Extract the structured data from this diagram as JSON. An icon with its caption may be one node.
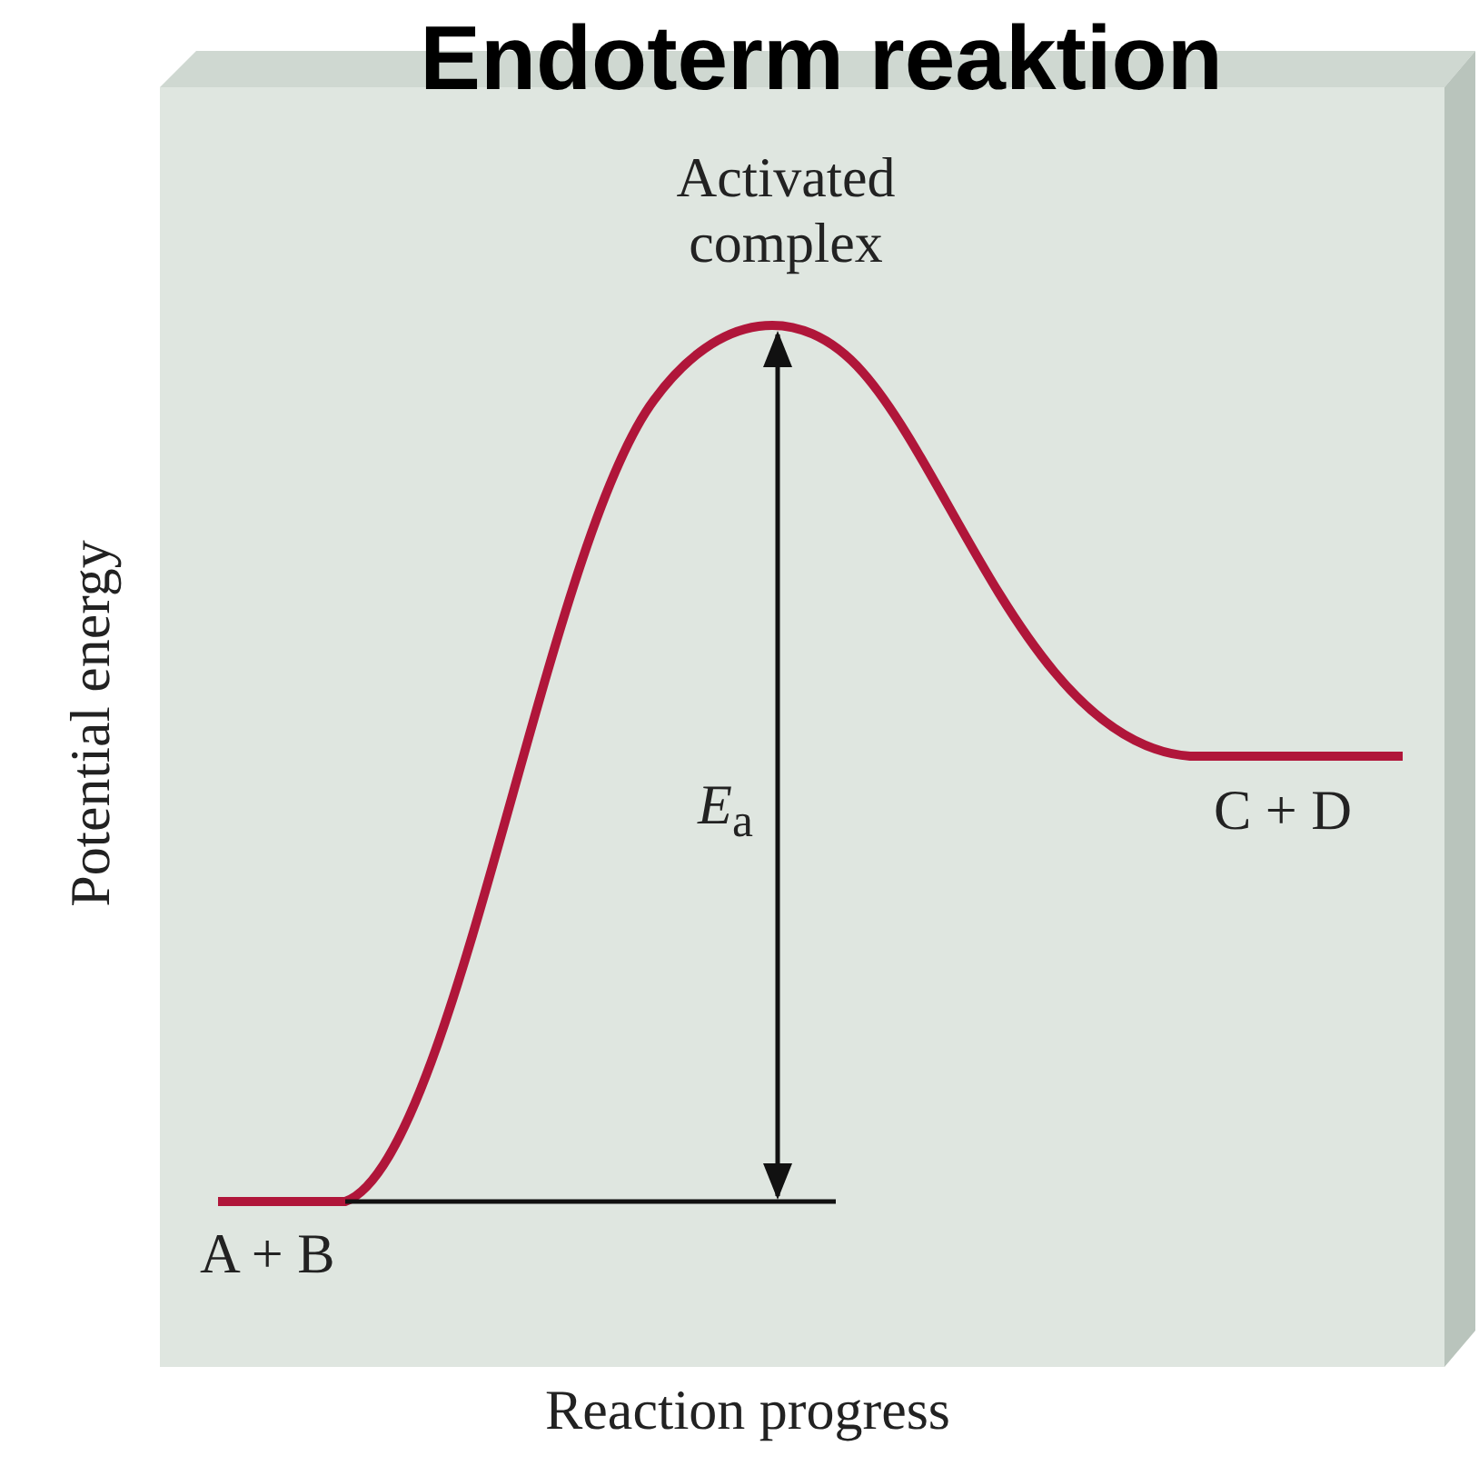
{
  "diagram": {
    "title": "Endoterm reaktion",
    "labels": [
      "Activated complex",
      "*E*$_{a}$",
      "C + D",
      "A + B",
      "Potential energy",
      "Reaction progress"
    ]
  }
}
